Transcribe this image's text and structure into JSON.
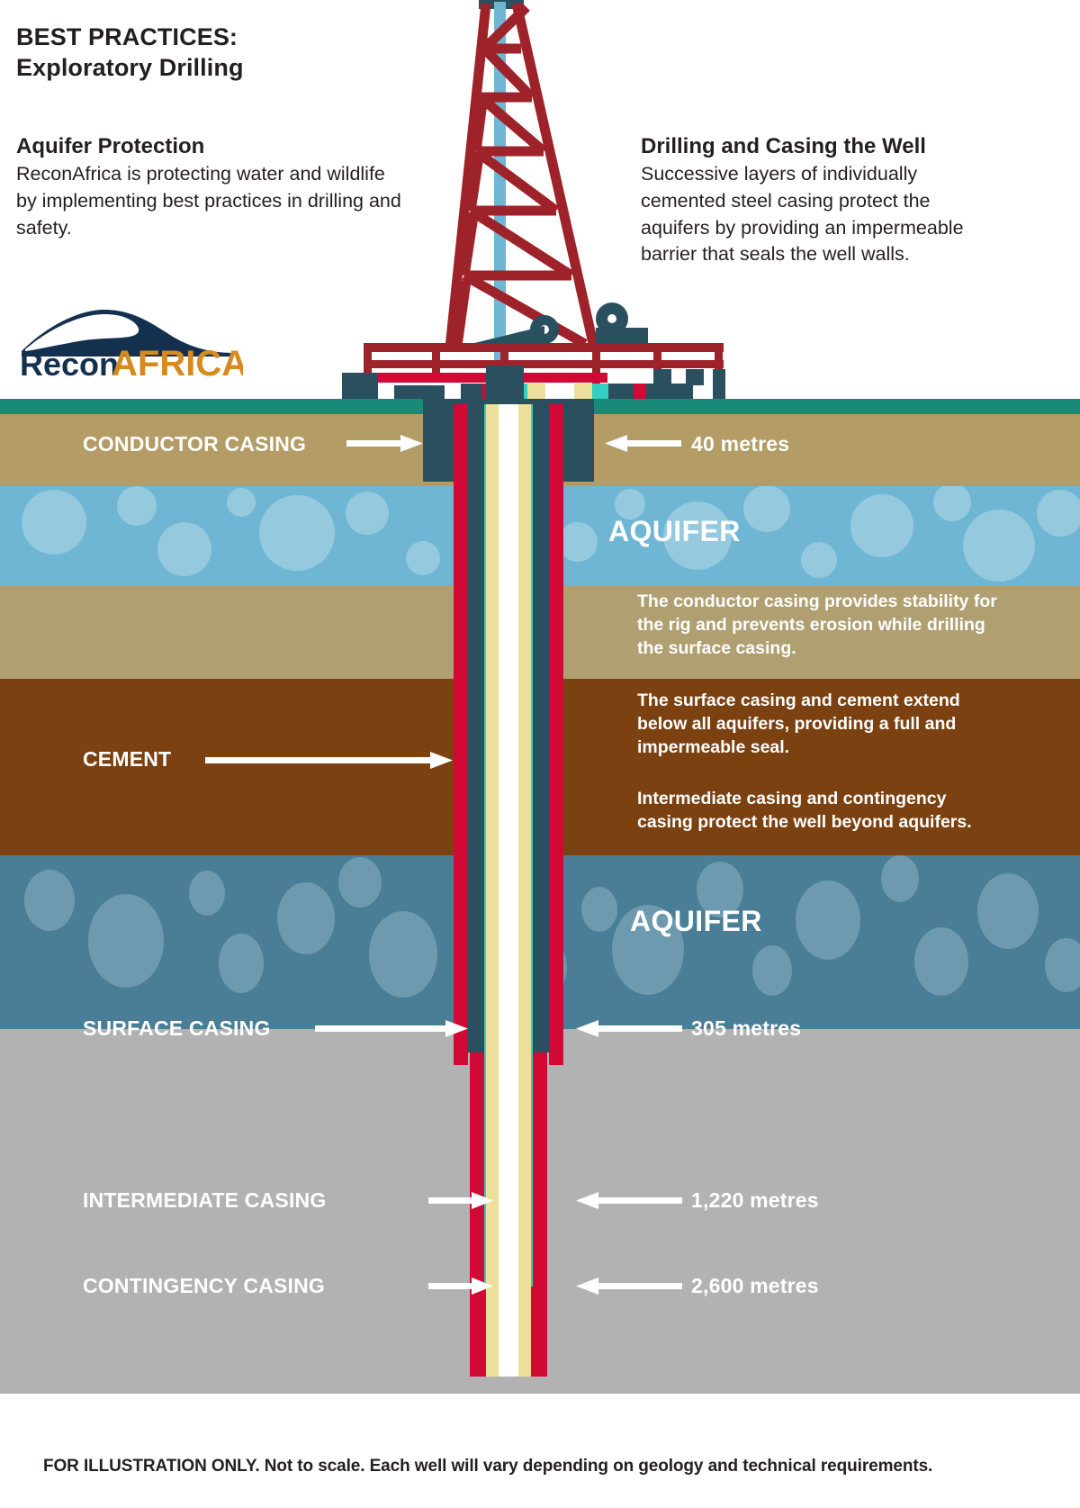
{
  "header": {
    "title_line1": "BEST PRACTICES:",
    "title_line2": "Exploratory Drilling",
    "left_block": {
      "heading": "Aquifer Protection",
      "body": "ReconAfrica is protecting water and wildlife by implementing best practices in drilling and safety."
    },
    "right_block": {
      "heading": "Drilling and Casing the Well",
      "body": "Successive layers of individually cemented steel casing protect the aquifers by providing an impermeable barrier that seals the well walls."
    }
  },
  "logo": {
    "text_part1": "Recon",
    "text_part2": "AFRICA",
    "color_navy": "#14304f",
    "color_orange": "#d78a1f"
  },
  "strata": [
    {
      "name": "topsoil-band",
      "label": "",
      "color": "#1a8a78"
    },
    {
      "name": "upper-sand",
      "label": "",
      "color": "#b39c66"
    },
    {
      "name": "upper-aquifer",
      "label": "AQUIFER",
      "color": "#6fb6d4"
    },
    {
      "name": "mid-sand",
      "label": "",
      "color": "#b09f71"
    },
    {
      "name": "cement-rock",
      "label": "",
      "color": "#7b4111"
    },
    {
      "name": "lower-aquifer",
      "label": "AQUIFER",
      "color": "#4a7d96"
    },
    {
      "name": "bedrock",
      "label": "",
      "color": "#b2b2b2"
    }
  ],
  "info_texts": [
    "The conductor casing provides stability for the rig and prevents erosion while drilling the surface casing.",
    "The surface casing and cement extend below all aquifers, providing a full and impermeable seal.",
    "Intermediate casing and contingency casing protect the well beyond aquifers."
  ],
  "callouts": [
    {
      "label": "CONDUCTOR CASING",
      "value": "40 metres"
    },
    {
      "label": "CEMENT",
      "value": ""
    },
    {
      "label": "SURFACE CASING",
      "value": "305 metres"
    },
    {
      "label": "INTERMEDIATE CASING",
      "value": "1,220 metres"
    },
    {
      "label": "CONTINGENCY CASING",
      "value": "2,600 metres"
    }
  ],
  "casing_colors": {
    "conductor_steel": "#2a4f5e",
    "crimson": "#d10a35",
    "teal": "#33cfc0",
    "cement_cream": "#ecdf9c",
    "bore_white": "#ffffff",
    "rig_red": "#9e2229"
  },
  "footer": {
    "disclaimer": "FOR ILLUSTRATION ONLY. Not to scale. Each well will vary depending on geology and technical requirements."
  }
}
